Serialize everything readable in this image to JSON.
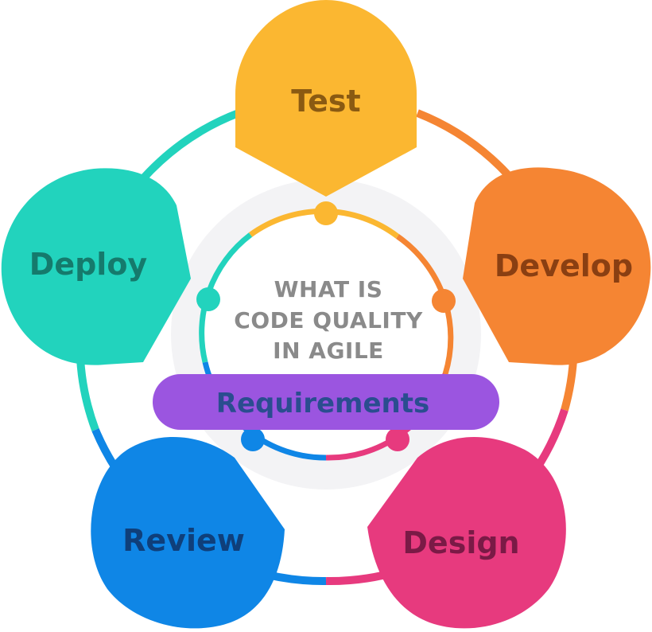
{
  "center": {
    "lines": [
      "WHAT IS",
      "CODE QUALITY",
      "IN AGILE"
    ]
  },
  "requirements": {
    "label": "Requirements",
    "fill": "#9b55e0",
    "text_color": "#2a4d8f"
  },
  "stages": [
    {
      "id": "test",
      "label": "Test",
      "fill": "#fbb731",
      "text_color": "#8a5a12"
    },
    {
      "id": "develop",
      "label": "Develop",
      "fill": "#f58533",
      "text_color": "#8a3f12"
    },
    {
      "id": "design",
      "label": "Design",
      "fill": "#e73a7e",
      "text_color": "#7a1a46"
    },
    {
      "id": "review",
      "label": "Review",
      "fill": "#0f86e6",
      "text_color": "#0f3f7a"
    },
    {
      "id": "deploy",
      "label": "Deploy",
      "fill": "#22d3bd",
      "text_color": "#157a6c"
    }
  ],
  "colors": {
    "outer_ring_top_left": "#22d3bd",
    "outer_ring_top_right": "#f58533",
    "outer_ring_bottom_right": "#e73a7e",
    "outer_ring_bottom_left": "#0f86e6",
    "inner_ring_top": "#fbb731",
    "inner_ring_right": "#f58533",
    "inner_ring_bottom_right": "#e73a7e",
    "inner_ring_bottom_left": "#0f86e6",
    "inner_ring_left": "#22d3bd"
  }
}
